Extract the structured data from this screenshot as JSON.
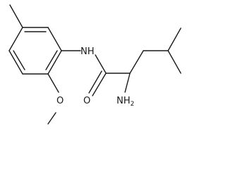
{
  "diagram": {
    "type": "chemical-structure",
    "atoms": {
      "nh": "NH",
      "o_methoxy": "O",
      "o_carbonyl": "O",
      "amine": {
        "main": "NH",
        "sub": "2"
      }
    },
    "colors": {
      "bond": "#1a1a1a",
      "text": "#1a1a1a",
      "background": "#ffffff"
    }
  }
}
